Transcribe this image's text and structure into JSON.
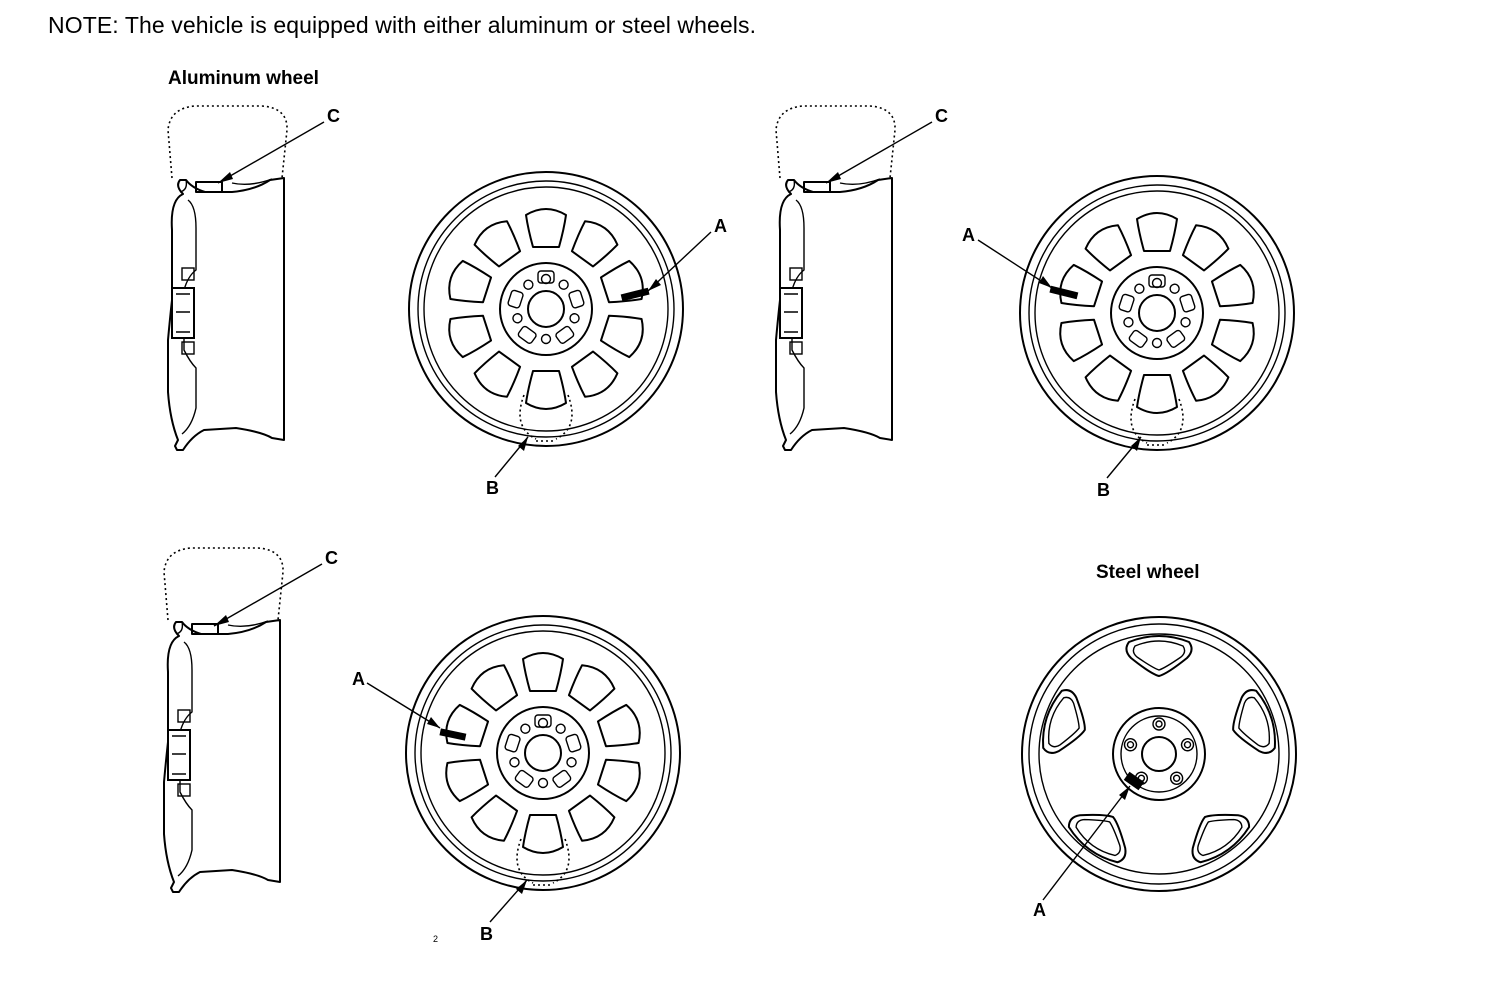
{
  "note": "NOTE: The vehicle is equipped with either aluminum or steel wheels.",
  "headings": {
    "aluminum": "Aluminum wheel",
    "steel": "Steel wheel"
  },
  "callouts": {
    "a": "A",
    "b": "B",
    "c": "C"
  },
  "page_mark": "2"
}
